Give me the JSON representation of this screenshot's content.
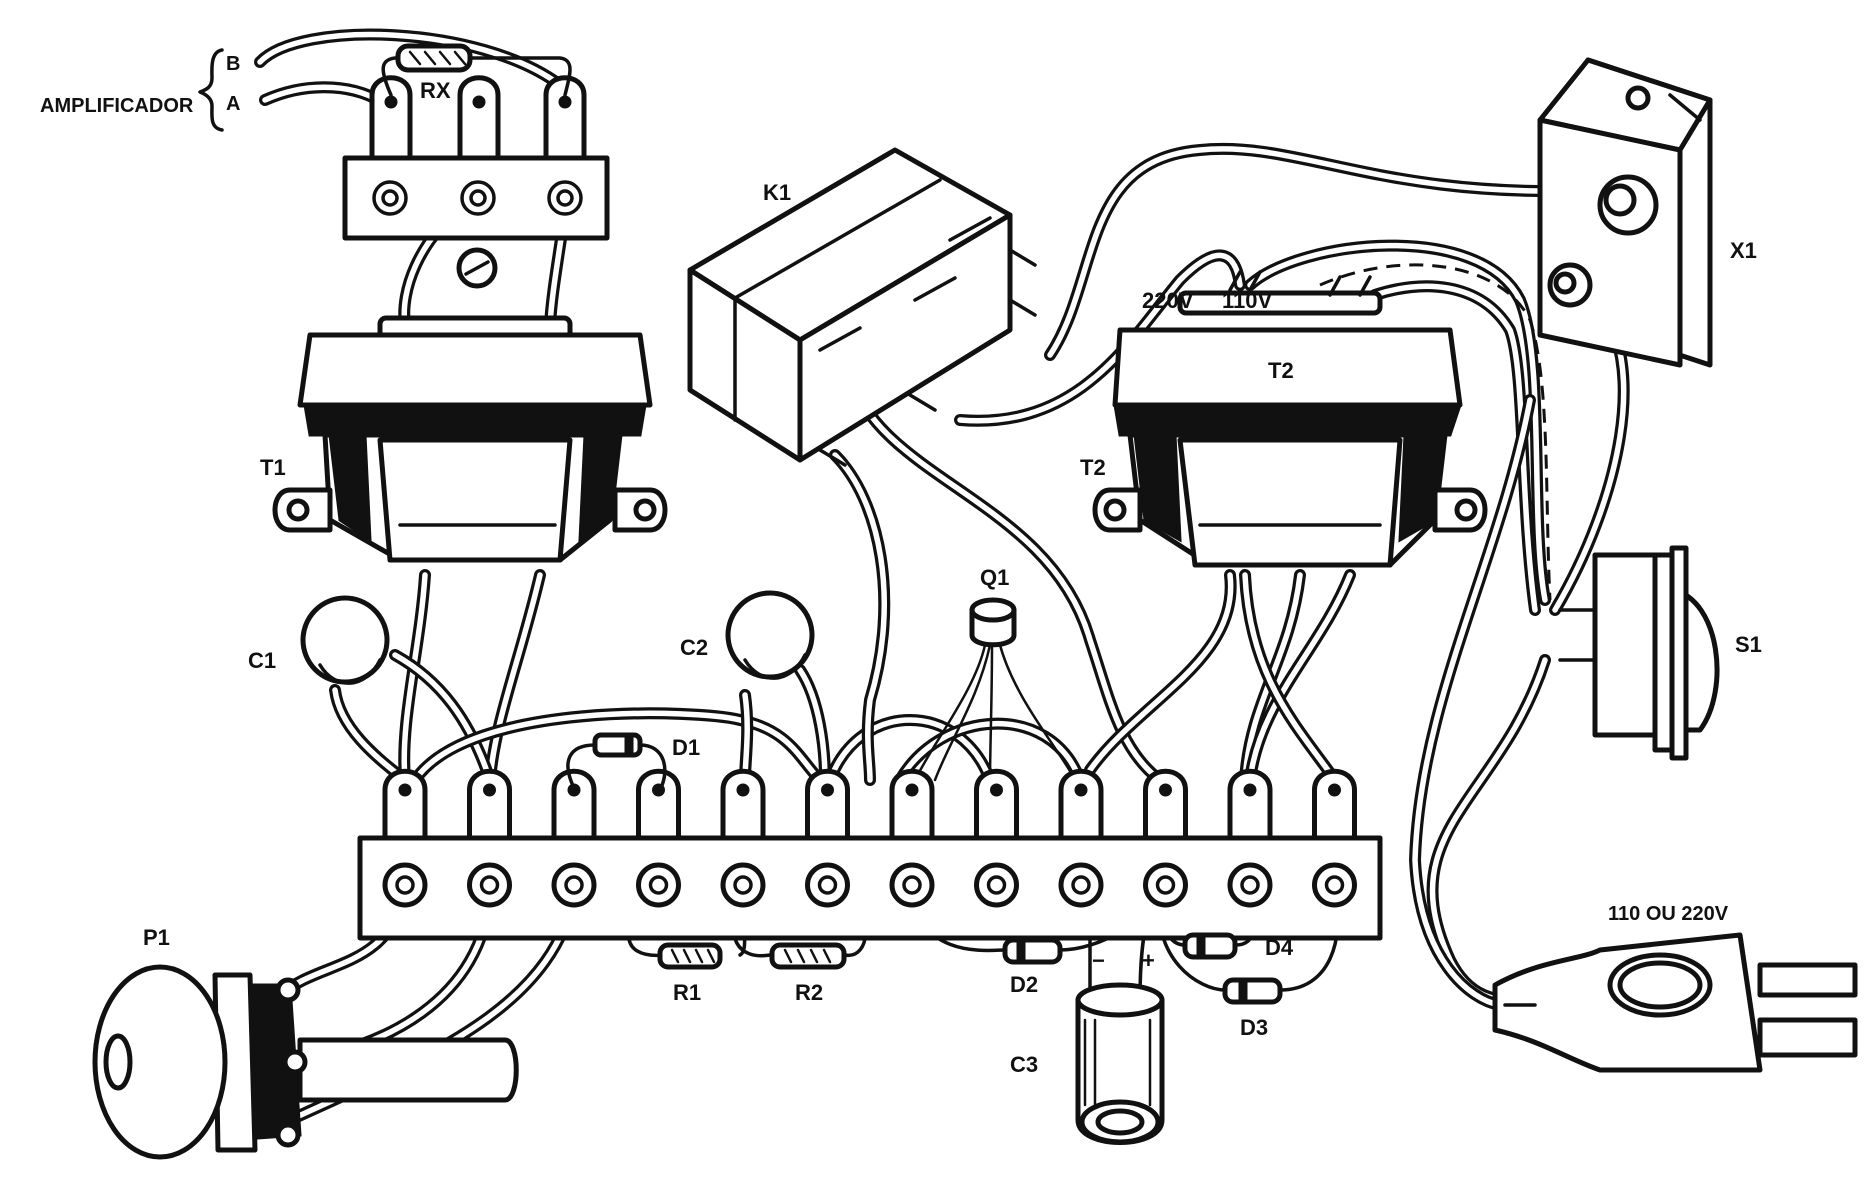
{
  "labels": {
    "amplificador": "AMPLIFICADOR",
    "amp_b": "B",
    "amp_a": "A",
    "rx": "RX",
    "k1": "K1",
    "t1": "T1",
    "t2_top": "T2",
    "t2_side": "T2",
    "v220": "220V",
    "v110": "110V",
    "x1": "X1",
    "q1": "Q1",
    "c1": "C1",
    "c2": "C2",
    "d1": "D1",
    "s1": "S1",
    "p1": "P1",
    "r1": "R1",
    "r2": "R2",
    "d2": "D2",
    "d3": "D3",
    "d4": "D4",
    "c3": "C3",
    "mains": "110 OU 220V",
    "c3_minus": "−",
    "c3_plus": "+"
  }
}
